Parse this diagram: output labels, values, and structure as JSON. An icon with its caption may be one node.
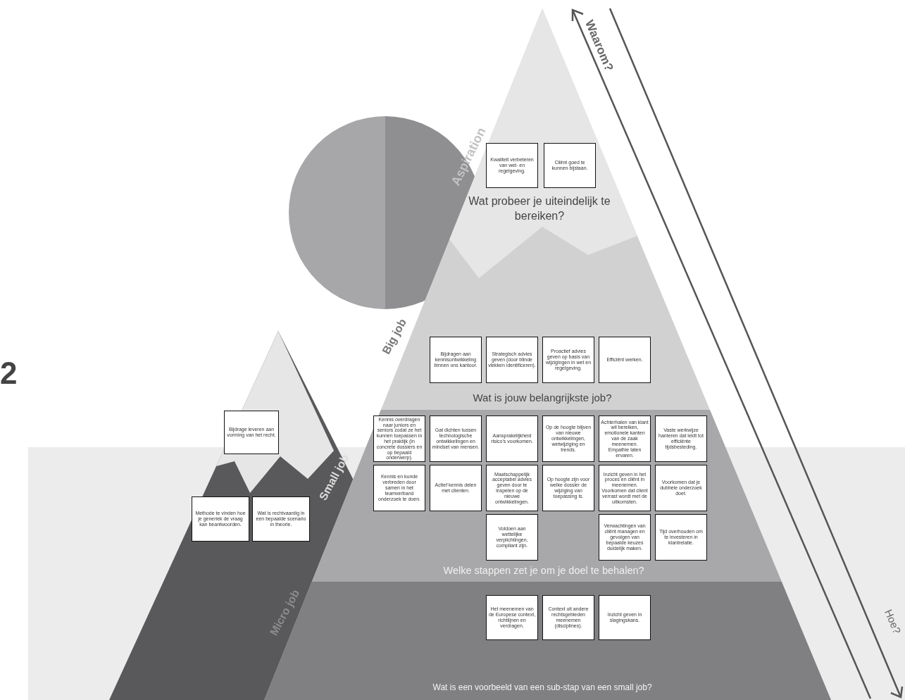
{
  "diagram": {
    "nodes": [
      {
        "text": [
          "Kwaliteit verbeteren van wet- en regelgeving."
        ]
      },
      {
        "text": [
          "Cliënt goed te kunnen bijstaan."
        ]
      },
      {
        "text": [
          "Bijdragen aan kennisontwikkeling binnen ons kantoor."
        ]
      },
      {
        "text": [
          "Strategisch advies geven (door blinde vlekken identificeren)."
        ]
      },
      {
        "text": [
          "Proactief advies geven op basis van wijzigingen in wet en regelgeving."
        ]
      },
      {
        "text": [
          "Efficiënt werken."
        ]
      },
      {
        "text": [
          "Bijdrage leveren aan vorming van het recht."
        ]
      },
      {
        "text": [
          "Kennis overdragen naar juniors en seniors zodat ze het kunnen toepassen in het praktijk (in concrete dossiers en op bepaald onderwerp)."
        ]
      },
      {
        "text": [
          "Gat dichten tussen technologische ontwikkelingen en mindset van mensen."
        ]
      },
      {
        "text": [
          "Aansprakelijkheid risico's voorkomen."
        ]
      },
      {
        "text": [
          "Op de hoogte blijven van nieuwe ontwikkelingen, wetwijziging en trends."
        ]
      },
      {
        "text": [
          "Achterhalen van klant wil bereiken, emotionele kanten van de zaak meenemen. Empathie laten ervaren."
        ]
      },
      {
        "text": [
          "Vaste werkwijze hanteren dat leidt tot efficiënte tijdsbesteding."
        ]
      },
      {
        "text": [
          "Kennis en kunde verbreden door samen in het teamverband onderzoek te doen."
        ]
      },
      {
        "text": [
          "Actief kennis delen met clienten."
        ]
      },
      {
        "text": [
          "Maatschappelijk acceptabel advies geven door te inspelen op de nieuwe ontwikkelingen."
        ]
      },
      {
        "text": [
          "Op hoogte zijn voor welke dossier de wijziging van toepassing is."
        ]
      },
      {
        "text": [
          "Inzicht geven in het proces en cliënt in meenemen. Voorkomen dat client verrast wordt met de uitkomsten."
        ]
      },
      {
        "text": [
          "Voorkomen dat je dubbele onderzoek doet."
        ]
      },
      {
        "text": [
          "Methode te vinden hoe je generiek de vraag kan beantwoorden."
        ]
      },
      {
        "text": [
          "Wat is rechtvaardig in een bepaalde scenario in theorie."
        ]
      },
      {
        "text": [
          "Voldoen aan wettelijke verplichtingen, compliant zijn."
        ]
      },
      {
        "text": [
          "Verwachtingen van cliënt managen en gevolgen van bepaalde keuzes duidelijk maken."
        ]
      },
      {
        "text": [
          "Tijd overhouden om te investeren in klantrelatie."
        ]
      },
      {
        "text": [
          "Het meenemen van de Europese context, richtlijnen en verdragen."
        ]
      },
      {
        "text": [
          "Context uit andere rechtsgebieden meenemen (disciplines)."
        ]
      },
      {
        "text": [
          "Inzicht geven in slagingskans."
        ]
      }
    ],
    "labels": [
      "Waarom?",
      "Aspiration",
      "Wat probeer je uiteindelijk te bereiken?",
      "Big job",
      "2",
      "Wat is jouw belangrijkste job?",
      "Small job",
      "Welke stappen zet je om je doel te behalen?",
      "Micro job",
      "Hoe?",
      "Wat is een voorbeeld van een sub-stap van een small job?"
    ]
  }
}
